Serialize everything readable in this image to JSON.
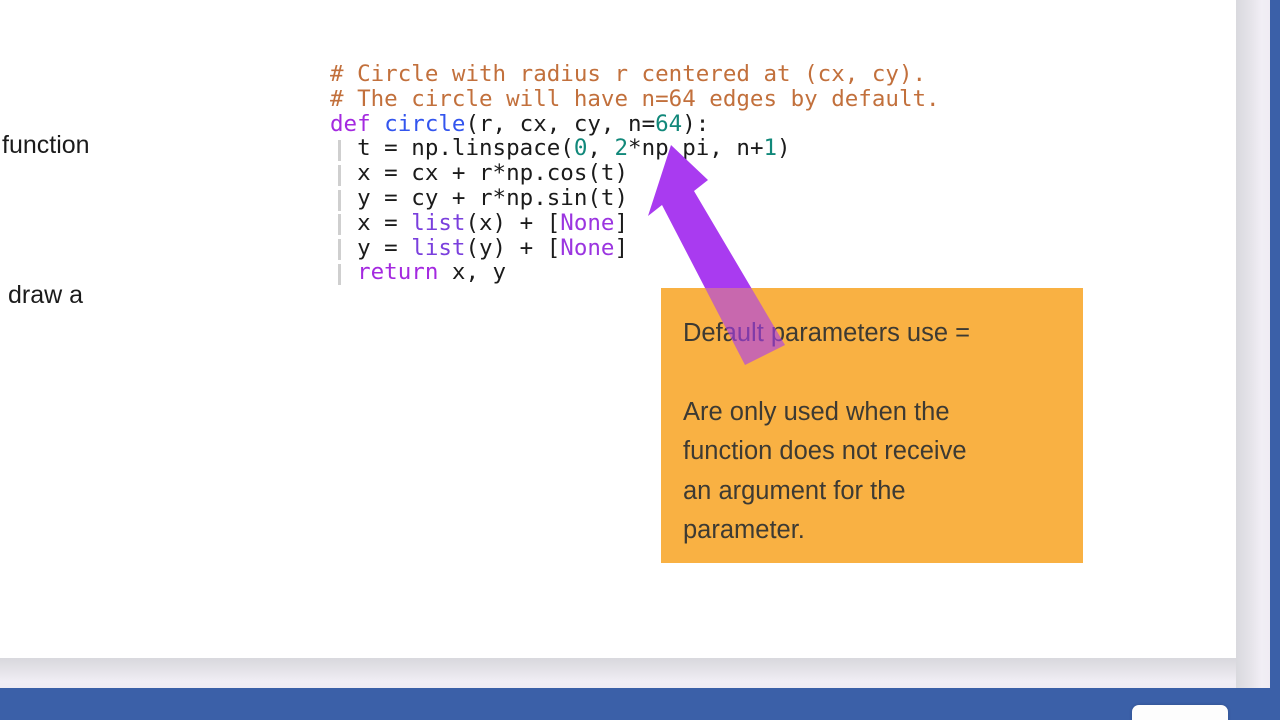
{
  "slide": {
    "body_fragments": {
      "fragment_1": "function",
      "fragment_2": "draw a"
    },
    "code": {
      "language": "python",
      "lines": [
        {
          "tokens": [
            {
              "t": "# Circle with radius r centered at (cx, cy).",
              "c": "comment"
            }
          ]
        },
        {
          "tokens": [
            {
              "t": "# The circle will have n=64 edges by default.",
              "c": "comment"
            }
          ]
        },
        {
          "tokens": [
            {
              "t": "def ",
              "c": "kw"
            },
            {
              "t": "circle",
              "c": "fn"
            },
            {
              "t": "(r, cx, cy, n=",
              "c": "plain"
            },
            {
              "t": "64",
              "c": "num"
            },
            {
              "t": "):",
              "c": "plain"
            }
          ]
        },
        {
          "tokens": [
            {
              "t": "  t = np.linspace(",
              "c": "plain"
            },
            {
              "t": "0",
              "c": "num"
            },
            {
              "t": ", ",
              "c": "plain"
            },
            {
              "t": "2",
              "c": "num"
            },
            {
              "t": "*np.pi, n+",
              "c": "plain"
            },
            {
              "t": "1",
              "c": "num"
            },
            {
              "t": ")",
              "c": "plain"
            }
          ]
        },
        {
          "tokens": [
            {
              "t": "  x = cx + r*np.cos(t)",
              "c": "plain"
            }
          ]
        },
        {
          "tokens": [
            {
              "t": "  y = cy + r*np.sin(t)",
              "c": "plain"
            }
          ]
        },
        {
          "tokens": [
            {
              "t": "  x = ",
              "c": "plain"
            },
            {
              "t": "list",
              "c": "builtin"
            },
            {
              "t": "(x) + [",
              "c": "plain"
            },
            {
              "t": "None",
              "c": "const"
            },
            {
              "t": "]",
              "c": "plain"
            }
          ]
        },
        {
          "tokens": [
            {
              "t": "  y = ",
              "c": "plain"
            },
            {
              "t": "list",
              "c": "builtin"
            },
            {
              "t": "(y) + [",
              "c": "plain"
            },
            {
              "t": "None",
              "c": "const"
            },
            {
              "t": "]",
              "c": "plain"
            }
          ]
        },
        {
          "tokens": [
            {
              "t": "  ",
              "c": "plain"
            },
            {
              "t": "return",
              "c": "kw"
            },
            {
              "t": " x, y",
              "c": "plain"
            }
          ]
        }
      ]
    },
    "callout": {
      "line_1": "Default parameters use =",
      "line_2": "Are only used when the",
      "line_3": "function does not receive",
      "line_4": "an argument for the",
      "line_5": "parameter."
    },
    "arrow": {
      "label": "annotation-arrow",
      "direction": "up-left"
    }
  },
  "colors": {
    "callout_background": "#f9b143",
    "callout_text": "#3d3a33",
    "arrow": "#a93bf0",
    "frame_blue": "#3b60a8",
    "page_white": "#ffffff",
    "code_comment": "#c2703c",
    "code_keyword": "#a429e0",
    "code_function": "#3355ee",
    "code_number": "#11887a",
    "code_builtin": "#7a3fdd",
    "code_constant": "#9b35e0",
    "code_plain": "#1b1b1b"
  }
}
